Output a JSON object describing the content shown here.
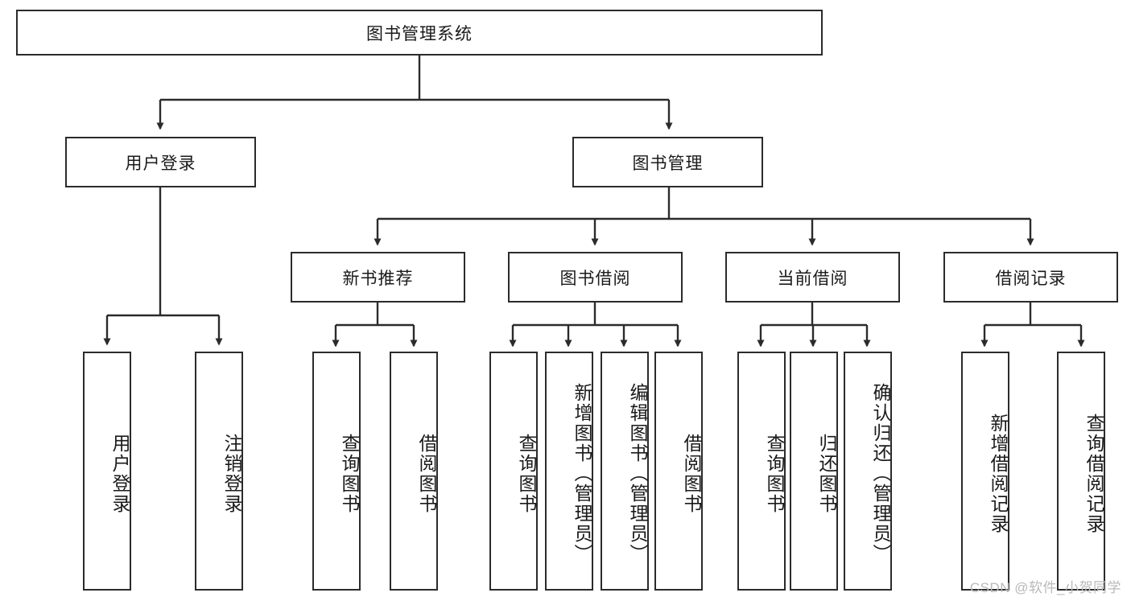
{
  "diagram": {
    "title_node": {
      "label": "图书管理系统"
    },
    "level2": [
      {
        "key": "user_login",
        "label": "用户登录"
      },
      {
        "key": "book_manage",
        "label": "图书管理"
      }
    ],
    "level3": [
      {
        "key": "new_book_rec",
        "label": "新书推荐"
      },
      {
        "key": "book_borrow",
        "label": "图书借阅"
      },
      {
        "key": "current_borrow",
        "label": "当前借阅"
      },
      {
        "key": "borrow_record",
        "label": "借阅记录"
      }
    ],
    "leaves": {
      "user_login": [
        {
          "label": "用户登录"
        },
        {
          "label": "注销登录"
        }
      ],
      "new_book_rec": [
        {
          "label": "查询图书"
        },
        {
          "label": "借阅图书"
        }
      ],
      "book_borrow": [
        {
          "label": "查询图书"
        },
        {
          "label": "新增图书（管理员）"
        },
        {
          "label": "编辑图书（管理员）"
        },
        {
          "label": "借阅图书"
        }
      ],
      "current_borrow": [
        {
          "label": "查询图书"
        },
        {
          "label": "归还图书"
        },
        {
          "label": "确认归还（管理员）"
        }
      ],
      "borrow_record": [
        {
          "label": "新增借阅记录"
        },
        {
          "label": "查询借阅记录"
        }
      ]
    }
  },
  "watermark": {
    "text": "CSDN @软件_小贺同学"
  },
  "colors": {
    "box_border": "#2b2b2b",
    "background": "#ffffff",
    "text": "#1a1a1a",
    "watermark": "#b9b9b9"
  }
}
